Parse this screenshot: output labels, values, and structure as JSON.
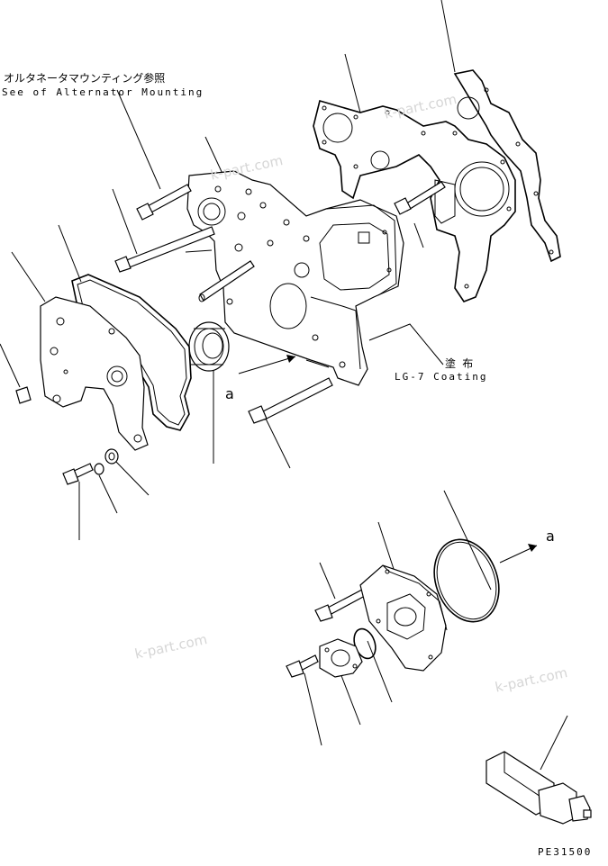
{
  "notes": {
    "alternator_jp": "オルタネータマウンティング参照",
    "alternator_en": "See of Alternator Mounting",
    "coating_jp": "塗 布",
    "coating_en": "LG-7 Coating"
  },
  "reference_marks": {
    "a_upper": "a",
    "a_lower": "a"
  },
  "watermarks": [
    "k-part.com",
    "k-part.com",
    "k-part.com",
    "k-part.com"
  ],
  "drawing_code": "PE31500"
}
